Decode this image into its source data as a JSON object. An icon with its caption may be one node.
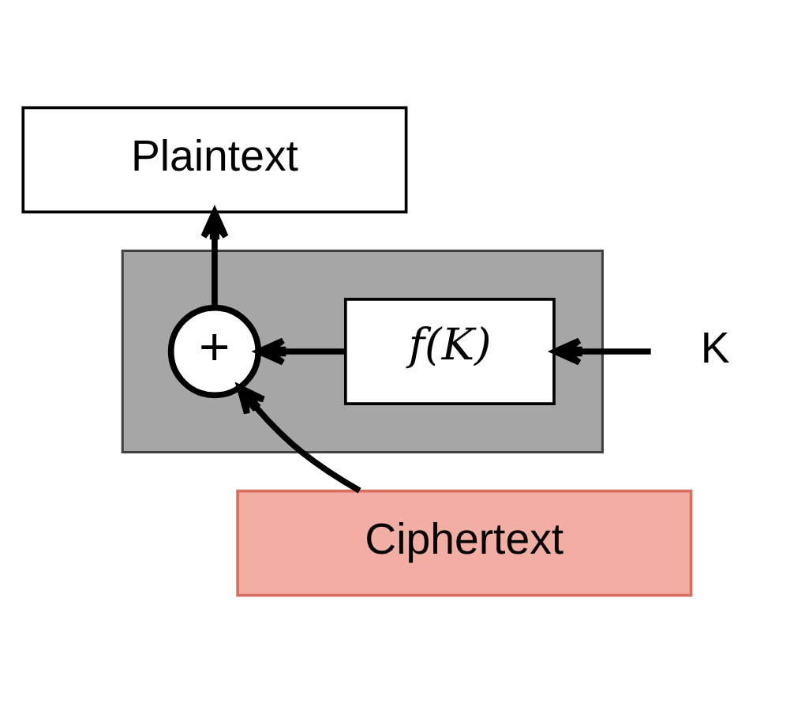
{
  "diagram": {
    "nodes": [
      {
        "text": [
          "Plaintext"
        ]
      },
      {
        "text": [],
        "shape": "box"
      },
      {
        "text": [
          "+"
        ],
        "in": 1
      },
      {
        "text": [
          "f(K)"
        ],
        "in": 1
      },
      {
        "text": [
          "K"
        ]
      },
      {
        "text": [
          "Ciphertext"
        ]
      }
    ],
    "edges": [
      {
        "from": 5,
        "to": 2,
        "arrow": "to"
      },
      {
        "from": 3,
        "to": 2,
        "arrow": "to"
      },
      {
        "from": 4,
        "to": 3,
        "arrow": "to"
      },
      {
        "from": 2,
        "to": 0,
        "arrow": "to"
      }
    ]
  }
}
